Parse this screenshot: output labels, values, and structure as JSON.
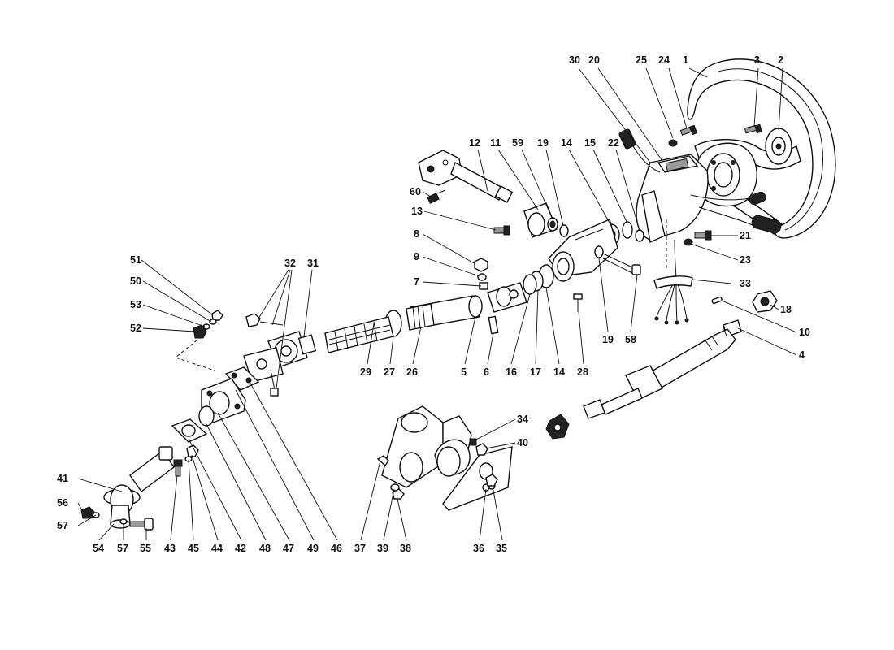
{
  "diagram": {
    "callouts": [
      "1",
      "2",
      "3",
      "4",
      "5",
      "6",
      "7",
      "8",
      "9",
      "10",
      "11",
      "12",
      "13",
      "14",
      "14",
      "15",
      "16",
      "17",
      "18",
      "19",
      "19",
      "20",
      "21",
      "22",
      "23",
      "24",
      "25",
      "26",
      "27",
      "28",
      "29",
      "30",
      "31",
      "32",
      "33",
      "34",
      "35",
      "36",
      "37",
      "38",
      "39",
      "40",
      "41",
      "42",
      "43",
      "44",
      "45",
      "46",
      "47",
      "48",
      "49",
      "50",
      "51",
      "52",
      "53",
      "54",
      "55",
      "56",
      "57",
      "57",
      "58",
      "59",
      "60"
    ]
  }
}
